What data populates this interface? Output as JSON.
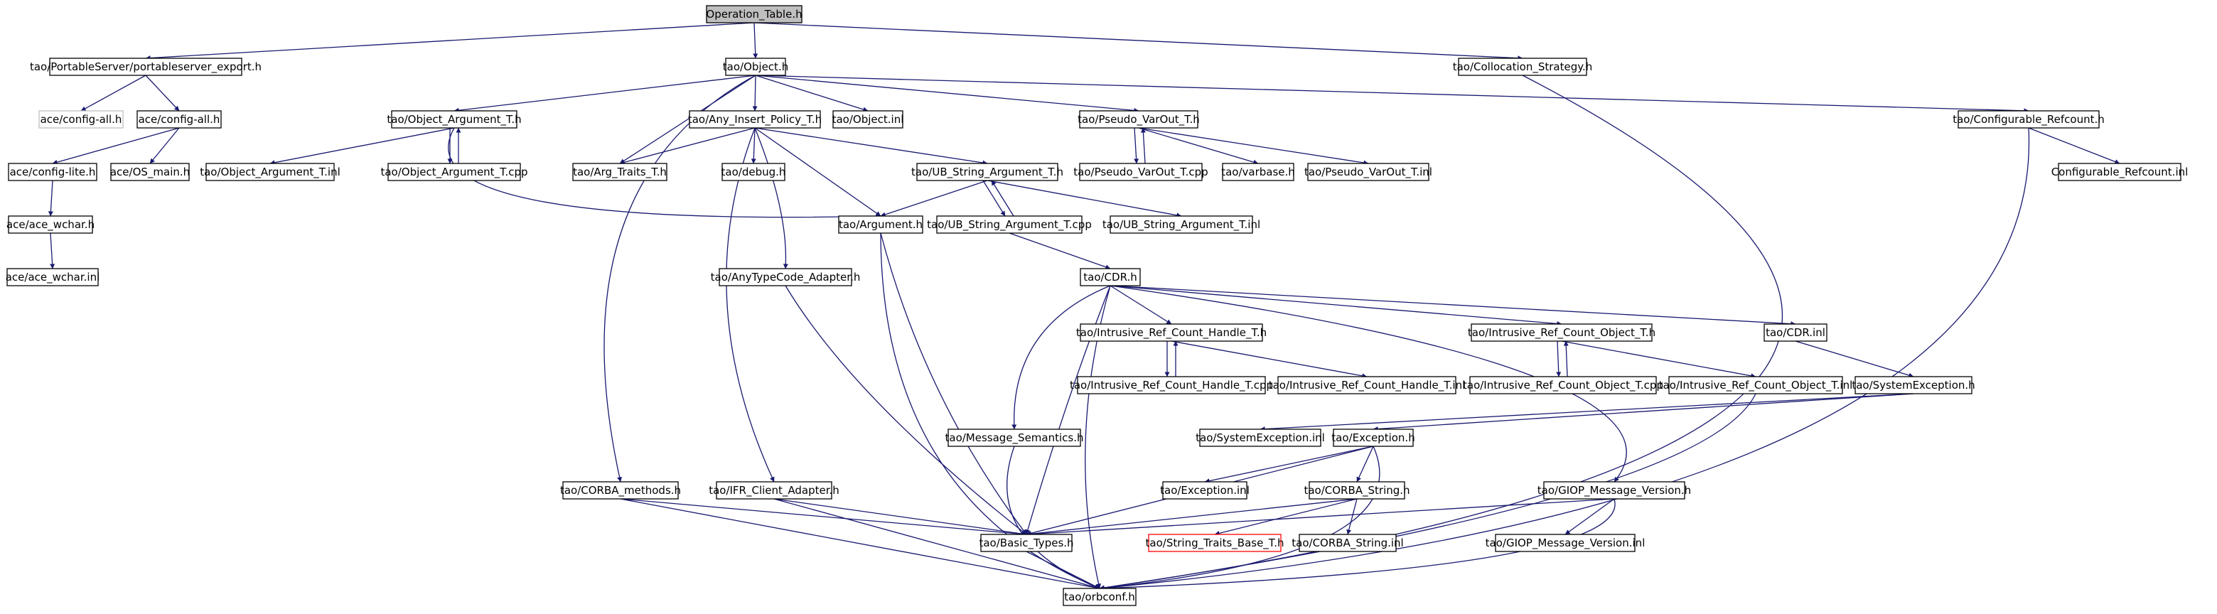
{
  "colors": {
    "node_border": "#000000",
    "node_fill": "#ffffff",
    "root_fill": "#bfbfbf",
    "missing_border": "#bfbfbf",
    "truncated_border": "#ff0000",
    "edge": "#191970"
  },
  "nodes": [
    {
      "id": "operation_table_h",
      "label": "Operation_Table.h",
      "style": "root"
    },
    {
      "id": "portableserver_export_h",
      "label": "tao/PortableServer/portableserver_export.h"
    },
    {
      "id": "tao_object_h",
      "label": "tao/Object.h"
    },
    {
      "id": "collocation_strategy_h",
      "label": "tao/Collocation_Strategy.h"
    },
    {
      "id": "ace_config_all_missing",
      "label": "ace/config-all.h",
      "style": "missing"
    },
    {
      "id": "ace_config_all_h",
      "label": "ace/config-all.h"
    },
    {
      "id": "object_argument_t_h",
      "label": "tao/Object_Argument_T.h"
    },
    {
      "id": "any_insert_policy_t_h",
      "label": "tao/Any_Insert_Policy_T.h"
    },
    {
      "id": "object_inl",
      "label": "tao/Object.inl"
    },
    {
      "id": "pseudo_varout_t_h",
      "label": "tao/Pseudo_VarOut_T.h"
    },
    {
      "id": "configurable_refcount_h",
      "label": "tao/Configurable_Refcount.h"
    },
    {
      "id": "ace_config_lite_h",
      "label": "ace/config-lite.h"
    },
    {
      "id": "ace_os_main_h",
      "label": "ace/OS_main.h"
    },
    {
      "id": "object_argument_t_inl",
      "label": "tao/Object_Argument_T.inl"
    },
    {
      "id": "object_argument_t_cpp",
      "label": "tao/Object_Argument_T.cpp"
    },
    {
      "id": "arg_traits_t_h",
      "label": "tao/Arg_Traits_T.h"
    },
    {
      "id": "debug_h",
      "label": "tao/debug.h"
    },
    {
      "id": "ub_string_argument_t_h",
      "label": "tao/UB_String_Argument_T.h"
    },
    {
      "id": "pseudo_varout_t_cpp",
      "label": "tao/Pseudo_VarOut_T.cpp"
    },
    {
      "id": "varbase_h",
      "label": "tao/varbase.h"
    },
    {
      "id": "pseudo_varout_t_inl",
      "label": "tao/Pseudo_VarOut_T.inl"
    },
    {
      "id": "configurable_refcount_inl",
      "label": "Configurable_Refcount.inl"
    },
    {
      "id": "ace_wchar_h",
      "label": "ace/ace_wchar.h"
    },
    {
      "id": "argument_h",
      "label": "tao/Argument.h"
    },
    {
      "id": "ub_string_argument_t_cpp",
      "label": "tao/UB_String_Argument_T.cpp"
    },
    {
      "id": "ub_string_argument_t_inl",
      "label": "tao/UB_String_Argument_T.inl"
    },
    {
      "id": "ace_wchar_inl",
      "label": "ace/ace_wchar.inl"
    },
    {
      "id": "anytypecode_adapter_h",
      "label": "tao/AnyTypeCode_Adapter.h"
    },
    {
      "id": "cdr_h",
      "label": "tao/CDR.h"
    },
    {
      "id": "intrusive_ref_count_handle_t_h",
      "label": "tao/Intrusive_Ref_Count_Handle_T.h"
    },
    {
      "id": "intrusive_ref_count_object_t_h",
      "label": "tao/Intrusive_Ref_Count_Object_T.h"
    },
    {
      "id": "cdr_inl",
      "label": "tao/CDR.inl"
    },
    {
      "id": "intrusive_ref_count_handle_t_cpp",
      "label": "tao/Intrusive_Ref_Count_Handle_T.cpp"
    },
    {
      "id": "intrusive_ref_count_handle_t_inl",
      "label": "tao/Intrusive_Ref_Count_Handle_T.inl"
    },
    {
      "id": "intrusive_ref_count_object_t_cpp",
      "label": "tao/Intrusive_Ref_Count_Object_T.cpp"
    },
    {
      "id": "intrusive_ref_count_object_t_inl",
      "label": "tao/Intrusive_Ref_Count_Object_T.inl"
    },
    {
      "id": "systemexception_h",
      "label": "tao/SystemException.h"
    },
    {
      "id": "systemexception_inl",
      "label": "tao/SystemException.inl"
    },
    {
      "id": "exception_h",
      "label": "tao/Exception.h"
    },
    {
      "id": "message_semantics_h",
      "label": "tao/Message_Semantics.h"
    },
    {
      "id": "corba_methods_h",
      "label": "tao/CORBA_methods.h"
    },
    {
      "id": "ifr_client_adapter_h",
      "label": "tao/IFR_Client_Adapter.h"
    },
    {
      "id": "exception_inl",
      "label": "tao/Exception.inl"
    },
    {
      "id": "corba_string_h",
      "label": "tao/CORBA_String.h"
    },
    {
      "id": "giop_message_version_h",
      "label": "tao/GIOP_Message_Version.h"
    },
    {
      "id": "basic_types_h",
      "label": "tao/Basic_Types.h"
    },
    {
      "id": "string_traits_base_t_h",
      "label": "tao/String_Traits_Base_T.h",
      "style": "truncated"
    },
    {
      "id": "corba_string_inl",
      "label": "tao/CORBA_String.inl"
    },
    {
      "id": "giop_message_version_inl",
      "label": "tao/GIOP_Message_Version.inl"
    },
    {
      "id": "orbconf_h",
      "label": "tao/orbconf.h"
    }
  ],
  "edges": [
    [
      "operation_table_h",
      "portableserver_export_h"
    ],
    [
      "operation_table_h",
      "tao_object_h"
    ],
    [
      "operation_table_h",
      "collocation_strategy_h"
    ],
    [
      "portableserver_export_h",
      "ace_config_all_missing"
    ],
    [
      "portableserver_export_h",
      "ace_config_all_h"
    ],
    [
      "ace_config_all_h",
      "ace_config_lite_h"
    ],
    [
      "ace_config_all_h",
      "ace_os_main_h"
    ],
    [
      "ace_config_lite_h",
      "ace_wchar_h"
    ],
    [
      "ace_wchar_h",
      "ace_wchar_inl"
    ],
    [
      "tao_object_h",
      "object_argument_t_h"
    ],
    [
      "tao_object_h",
      "any_insert_policy_t_h"
    ],
    [
      "tao_object_h",
      "object_inl"
    ],
    [
      "tao_object_h",
      "pseudo_varout_t_h"
    ],
    [
      "tao_object_h",
      "configurable_refcount_h"
    ],
    [
      "tao_object_h",
      "arg_traits_t_h"
    ],
    [
      "tao_object_h",
      "corba_methods_h"
    ],
    [
      "object_argument_t_h",
      "object_argument_t_inl"
    ],
    [
      "object_argument_t_h",
      "object_argument_t_cpp"
    ],
    [
      "object_argument_t_cpp",
      "object_argument_t_h"
    ],
    [
      "object_argument_t_h",
      "argument_h"
    ],
    [
      "any_insert_policy_t_h",
      "arg_traits_t_h"
    ],
    [
      "any_insert_policy_t_h",
      "debug_h"
    ],
    [
      "any_insert_policy_t_h",
      "ub_string_argument_t_h"
    ],
    [
      "any_insert_policy_t_h",
      "argument_h"
    ],
    [
      "any_insert_policy_t_h",
      "anytypecode_adapter_h"
    ],
    [
      "any_insert_policy_t_h",
      "ifr_client_adapter_h"
    ],
    [
      "pseudo_varout_t_h",
      "pseudo_varout_t_cpp"
    ],
    [
      "pseudo_varout_t_cpp",
      "pseudo_varout_t_h"
    ],
    [
      "pseudo_varout_t_h",
      "varbase_h"
    ],
    [
      "pseudo_varout_t_h",
      "pseudo_varout_t_inl"
    ],
    [
      "configurable_refcount_h",
      "configurable_refcount_inl"
    ],
    [
      "configurable_refcount_h",
      "orbconf_h"
    ],
    [
      "ub_string_argument_t_h",
      "argument_h"
    ],
    [
      "ub_string_argument_t_h",
      "ub_string_argument_t_cpp"
    ],
    [
      "ub_string_argument_t_cpp",
      "ub_string_argument_t_h"
    ],
    [
      "ub_string_argument_t_h",
      "ub_string_argument_t_inl"
    ],
    [
      "ub_string_argument_t_cpp",
      "cdr_h"
    ],
    [
      "argument_h",
      "basic_types_h"
    ],
    [
      "argument_h",
      "orbconf_h"
    ],
    [
      "anytypecode_adapter_h",
      "basic_types_h"
    ],
    [
      "cdr_h",
      "intrusive_ref_count_handle_t_h"
    ],
    [
      "cdr_h",
      "intrusive_ref_count_object_t_h"
    ],
    [
      "cdr_h",
      "cdr_inl"
    ],
    [
      "cdr_h",
      "message_semantics_h"
    ],
    [
      "cdr_h",
      "basic_types_h"
    ],
    [
      "cdr_h",
      "orbconf_h"
    ],
    [
      "cdr_h",
      "giop_message_version_h"
    ],
    [
      "intrusive_ref_count_handle_t_h",
      "intrusive_ref_count_handle_t_cpp"
    ],
    [
      "intrusive_ref_count_handle_t_cpp",
      "intrusive_ref_count_handle_t_h"
    ],
    [
      "intrusive_ref_count_handle_t_h",
      "intrusive_ref_count_handle_t_inl"
    ],
    [
      "intrusive_ref_count_object_t_h",
      "intrusive_ref_count_object_t_cpp"
    ],
    [
      "intrusive_ref_count_object_t_cpp",
      "intrusive_ref_count_object_t_h"
    ],
    [
      "intrusive_ref_count_object_t_h",
      "intrusive_ref_count_object_t_inl"
    ],
    [
      "cdr_inl",
      "systemexception_h"
    ],
    [
      "systemexception_h",
      "systemexception_inl"
    ],
    [
      "systemexception_h",
      "exception_h"
    ],
    [
      "intrusive_ref_count_object_t_inl",
      "orbconf_h"
    ],
    [
      "exception_h",
      "exception_inl"
    ],
    [
      "exception_h",
      "corba_string_h"
    ],
    [
      "exception_h",
      "basic_types_h"
    ],
    [
      "exception_h",
      "orbconf_h"
    ],
    [
      "corba_string_h",
      "basic_types_h"
    ],
    [
      "corba_string_h",
      "string_traits_base_t_h"
    ],
    [
      "corba_string_h",
      "corba_string_inl"
    ],
    [
      "giop_message_version_h",
      "basic_types_h"
    ],
    [
      "giop_message_version_h",
      "giop_message_version_inl"
    ],
    [
      "giop_message_version_h",
      "orbconf_h"
    ],
    [
      "message_semantics_h",
      "orbconf_h"
    ],
    [
      "corba_methods_h",
      "basic_types_h"
    ],
    [
      "corba_methods_h",
      "orbconf_h"
    ],
    [
      "ifr_client_adapter_h",
      "basic_types_h"
    ],
    [
      "ifr_client_adapter_h",
      "orbconf_h"
    ],
    [
      "basic_types_h",
      "orbconf_h"
    ],
    [
      "collocation_strategy_h",
      "orbconf_h"
    ]
  ]
}
